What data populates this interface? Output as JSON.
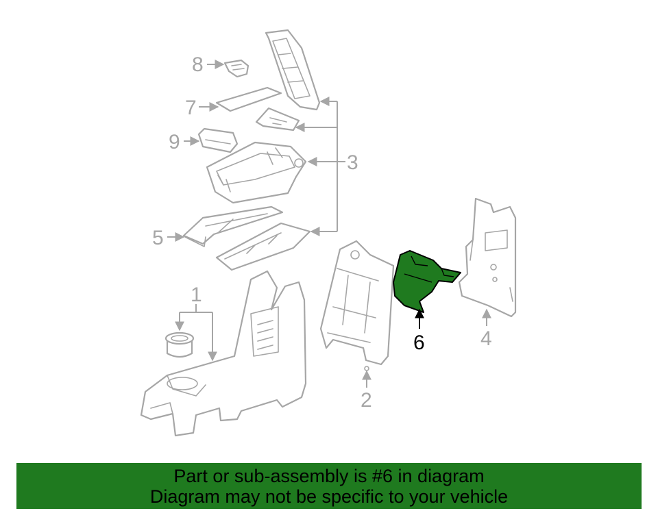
{
  "diagram": {
    "callouts": [
      {
        "id": "1",
        "label": "1"
      },
      {
        "id": "2",
        "label": "2"
      },
      {
        "id": "3",
        "label": "3"
      },
      {
        "id": "4",
        "label": "4"
      },
      {
        "id": "5",
        "label": "5"
      },
      {
        "id": "6",
        "label": "6",
        "highlighted": true
      },
      {
        "id": "7",
        "label": "7"
      },
      {
        "id": "8",
        "label": "8"
      },
      {
        "id": "9",
        "label": "9"
      }
    ],
    "highlight_color": "#1f7a1f",
    "part_line_color": "#a6a6a6"
  },
  "banner": {
    "line1": "Part or sub-assembly is #6 in diagram",
    "line2": "Diagram may not be specific to your vehicle",
    "background": "#1f7a1f"
  }
}
